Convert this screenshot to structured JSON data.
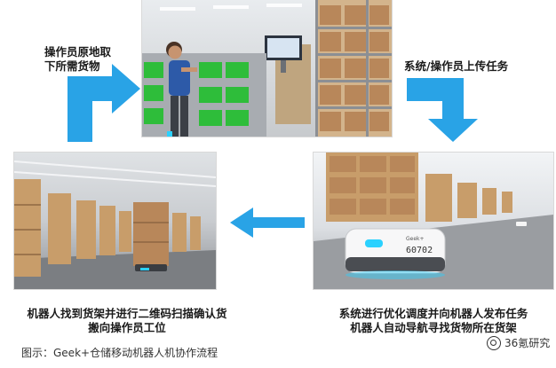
{
  "steps": {
    "top_left_label": [
      "操作员原地取",
      "下所需货物"
    ],
    "top_right_label": "系统/操作员上传任务",
    "bottom_right_label": [
      "系统进行优化调度并向机器人发布任务",
      "机器人自动导航寻找货物所在货架"
    ],
    "bottom_left_label": [
      "机器人找到货架并进行二维码扫描确认货",
      "搬向操作员工位"
    ]
  },
  "robot_plate": "60702",
  "robot_brand": "Geek+",
  "caption": "图示：Geek+仓储移动机器人机协作流程",
  "watermark": "36氪研究",
  "colors": {
    "arrow": "#29a3e6",
    "bin_green": "#2ebd3a",
    "shelf_wood": "#c89d6a",
    "box_brown": "#b8875a"
  }
}
